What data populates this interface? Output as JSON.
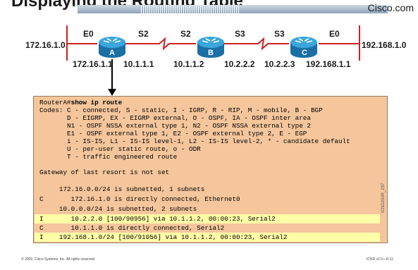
{
  "header": {
    "title": "Displaying the Routing Table",
    "brand": "Cisco.com"
  },
  "diagram": {
    "left_network": "172.16.1.0",
    "right_network": "192.168.1.0",
    "interfaces": [
      "E0",
      "S2",
      "S2",
      "S3",
      "S3",
      "E0"
    ],
    "routers": [
      "A",
      "B",
      "C"
    ],
    "addresses": [
      "172.16.1.1",
      "10.1.1.1",
      "10.1.1.2",
      "10.2.2.2",
      "10.2.2.3",
      "192.168.1.1"
    ]
  },
  "terminal": {
    "prompt": "RouterA#",
    "command": "show ip route",
    "lines": [
      "Codes: C - connected, S - static, I - IGRP, R - RIP, M - mobile, B - BGP",
      "       D - EIGRP, EX - EIGRP external, O - OSPF, IA - OSPF inter area",
      "       N1 - OSPF NSSA external type 1, N2 - OSPF NSSA external type 2",
      "       E1 - OSPF external type 1, E2 - OSPF external type 2, E - EGP",
      "       i - IS-IS, L1 - IS-IS level-1, L2 - IS-IS level-2, * - candidate default",
      "       U - per-user static route, o - ODR",
      "       T - traffic engineered route",
      "",
      "Gateway of last resort is not set",
      "",
      "     172.16.0.0/24 is subnetted, 1 subnets",
      "C       172.16.1.0 is directly connected, Ethernet0",
      "     10.0.0.0/24 is subnetted, 2 subnets",
      "I       10.2.2.0 [100/90956] via 10.1.1.2, 00:00:23, Serial2",
      "C       10.1.1.0 is directly connected, Serial2",
      "I    192.168.1.0/24 [100/91056] via 10.1.1.2, 00:00:23, Serial2"
    ],
    "side_code": "ICND200R_237"
  },
  "footer": {
    "copyright": "© 2002, Cisco Systems, Inc. All rights reserved.",
    "course": "ICND v2.0—8-11"
  },
  "colors": {
    "terminal_bg": "#f5c69c",
    "highlight": "#ffffa8",
    "link_red": "#cc2222",
    "router_blue": "#1e8fc8"
  }
}
